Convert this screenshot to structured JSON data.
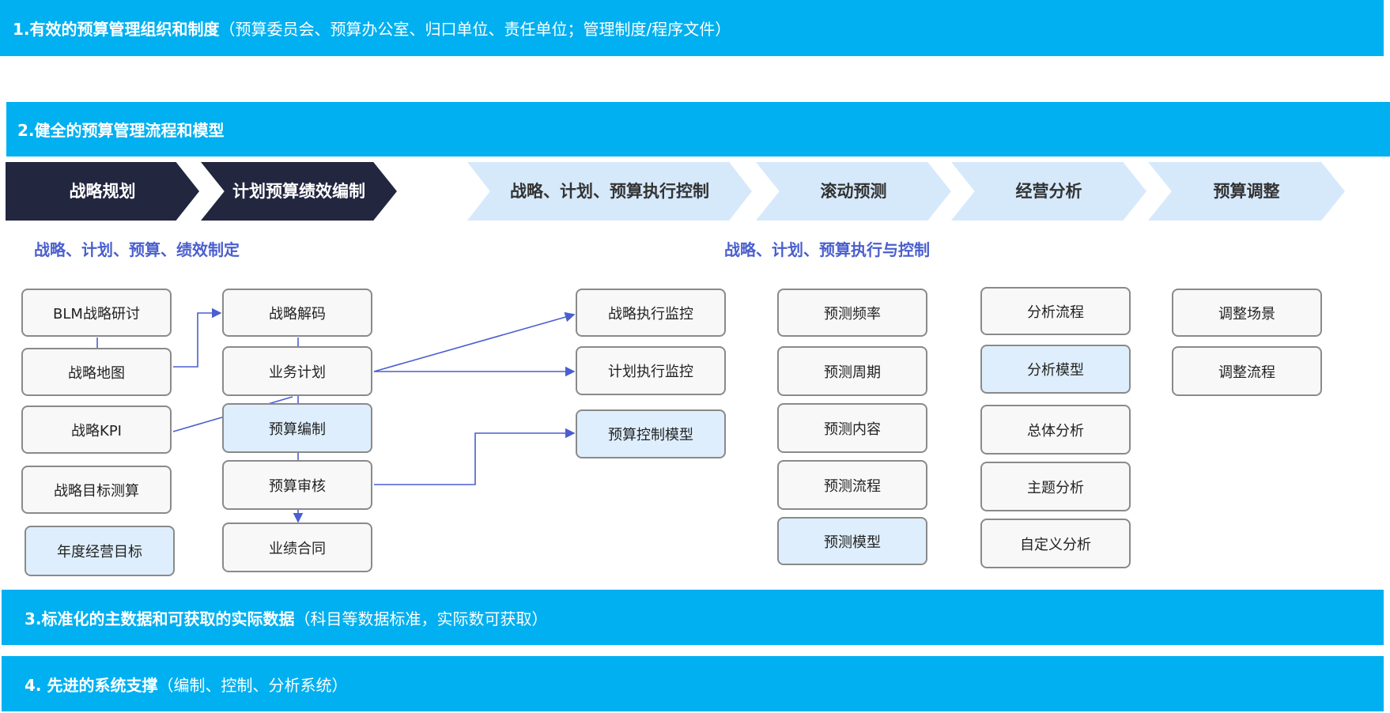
{
  "banners": {
    "b1_bold": "1.有效的预算管理组织和制度",
    "b1_rest": "（预算委员会、预算办公室、归口单位、责任单位；管理制度/程序文件）",
    "b2_bold": "2.健全的预算管理流程和模型",
    "b3_bold": "3.标准化的主数据和可获取的实际数据",
    "b3_rest": "（科目等数据标准，实际数可获取）",
    "b4_bold": "4. 先进的系统支撑",
    "b4_rest": "（编制、控制、分析系统）"
  },
  "stages": [
    "战略规划",
    "计划预算绩效编制",
    "战略、计划、预算执行控制",
    "滚动预测",
    "经营分析",
    "预算调整"
  ],
  "subtitles": {
    "left": "战略、计划、预算、绩效制定",
    "right": "战略、计划、预算执行与控制"
  },
  "columns": {
    "c1": [
      "BLM战略研讨",
      "战略地图",
      "战略KPI",
      "战略目标测算",
      "年度经营目标"
    ],
    "c2": [
      "战略解码",
      "业务计划",
      "预算编制",
      "预算审核",
      "业绩合同"
    ],
    "c3": [
      "战略执行监控",
      "计划执行监控",
      "预算控制模型"
    ],
    "c4": [
      "预测频率",
      "预测周期",
      "预测内容",
      "预测流程",
      "预测模型"
    ],
    "c5": [
      "分析流程",
      "分析模型",
      "总体分析",
      "主题分析",
      "自定义分析"
    ],
    "c6": [
      "调整场景",
      "调整流程"
    ]
  },
  "colors": {
    "banner": "#00b0f0",
    "dark_stage": "#22263f",
    "light_stage": "#d6e9fb",
    "connector": "#4a5fcf",
    "highlight_box": "#deeefc"
  }
}
